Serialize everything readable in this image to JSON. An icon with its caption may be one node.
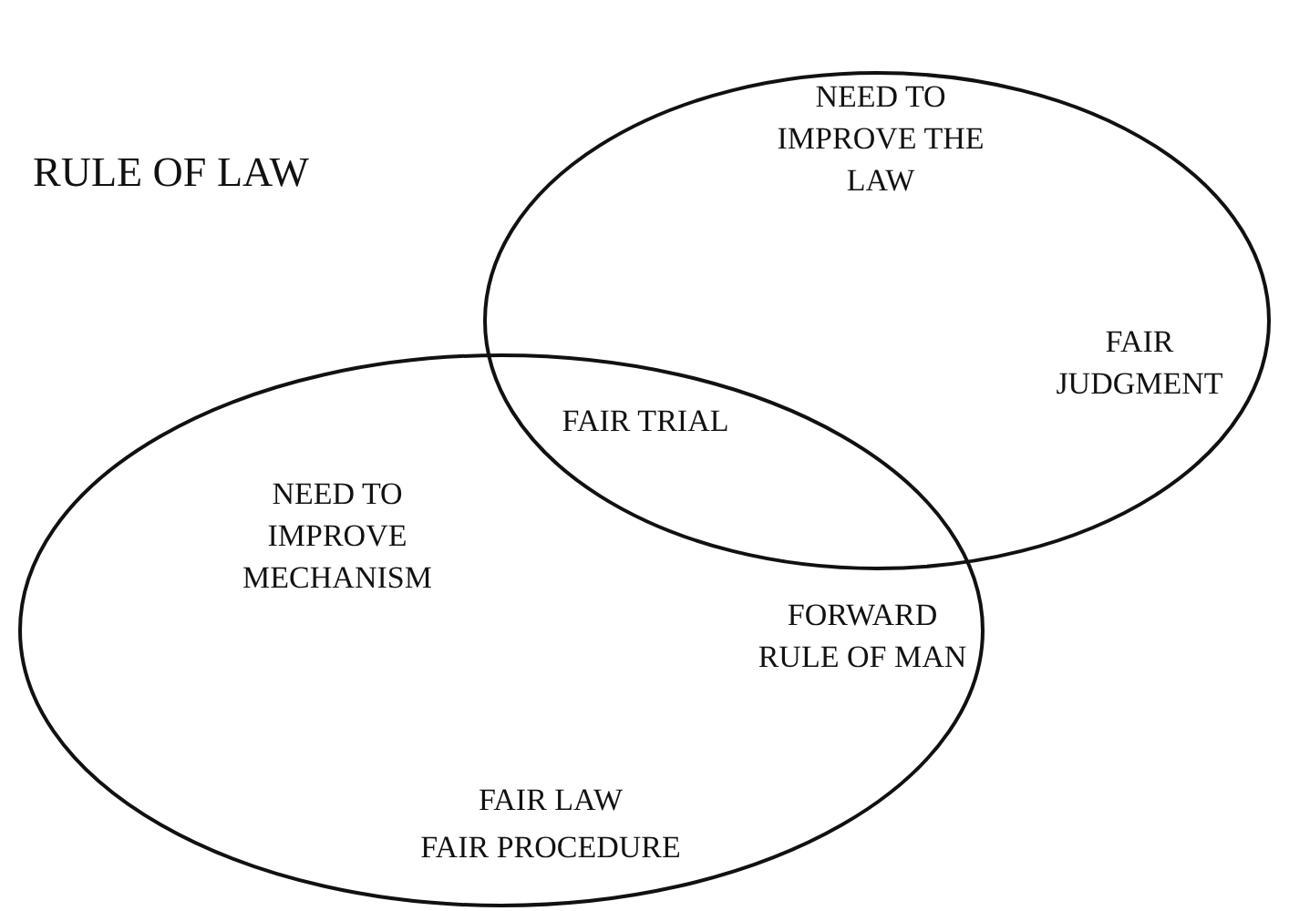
{
  "diagram": {
    "title": "RULE OF LAW",
    "labels": [
      "NEED TO IMPROVE THE LAW",
      "FAIR JUDGMENT",
      "FAIR TRIAL",
      "NEED TO IMPROVE MECHANISM",
      "FORWARD RULE OF MAN",
      "FAIR LAW",
      "FAIR PROCEDURE"
    ]
  }
}
